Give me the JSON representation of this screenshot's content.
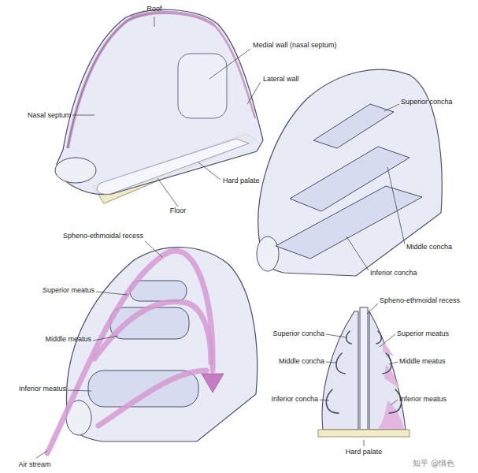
{
  "diagram": {
    "labels": [
      "Roof",
      "Medial wall (nasal septum)",
      "Lateral wall",
      "Nasal septum",
      "Hard palate",
      "Floor",
      "Superior concha",
      "Middle concha",
      "Inferior concha",
      "Spheno-ethmoidal recess",
      "Superior meatus",
      "Middle meatus",
      "Inferior meatus",
      "Air stream",
      "Spheno-ethmoidal recess",
      "Superior concha",
      "Superior meatus",
      "Middle concha",
      "Middle meatus",
      "Inferior concha",
      "Inferior meatus",
      "Hard palate",
      "知乎 @惧色"
    ]
  }
}
